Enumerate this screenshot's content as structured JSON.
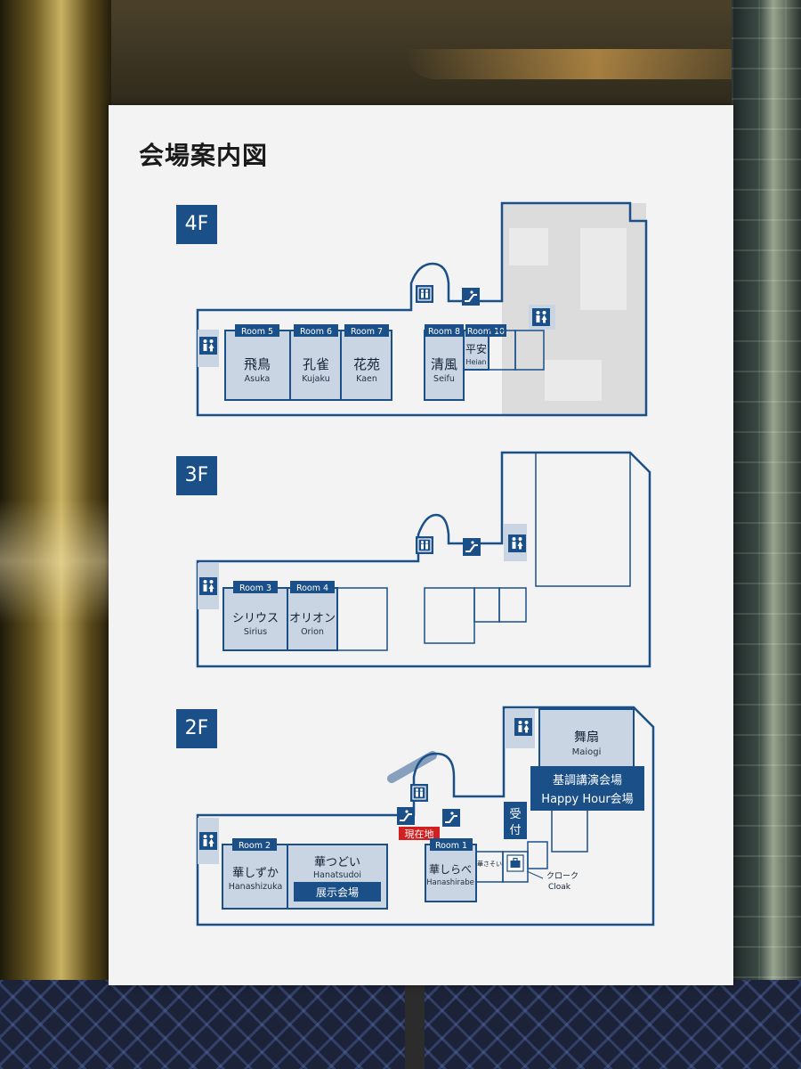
{
  "title": "会場案内図",
  "colors": {
    "navy": "#1b4f88",
    "room_fill": "#c9d5e3",
    "red": "#d21f1f",
    "line": "#1b4f88"
  },
  "floors": {
    "f4": {
      "label": "4F",
      "rooms": [
        {
          "id": "room5",
          "tag": "Room 5",
          "jp": "飛鳥",
          "en": "Asuka"
        },
        {
          "id": "room6",
          "tag": "Room 6",
          "jp": "孔雀",
          "en": "Kujaku"
        },
        {
          "id": "room7",
          "tag": "Room 7",
          "jp": "花苑",
          "en": "Kaen"
        },
        {
          "id": "room8",
          "tag": "Room 8",
          "jp": "清風",
          "en": "Seifu"
        },
        {
          "id": "room10",
          "tag": "Room 10",
          "jp": "平安",
          "en": "Heian"
        }
      ]
    },
    "f3": {
      "label": "3F",
      "rooms": [
        {
          "id": "room3",
          "tag": "Room 3",
          "jp": "シリウス",
          "en": "Sirius"
        },
        {
          "id": "room4",
          "tag": "Room 4",
          "jp": "オリオン",
          "en": "Orion"
        }
      ]
    },
    "f2": {
      "label": "2F",
      "rooms": [
        {
          "id": "room2",
          "tag": "Room 2",
          "jp": "華しずか",
          "en": "Hanashizuka"
        },
        {
          "id": "hanatsudoi",
          "tag": "",
          "jp": "華つどい",
          "en": "Hanatsudoi"
        },
        {
          "id": "room1",
          "tag": "Room 1",
          "jp": "華しらべ",
          "en": "Hanashirabe"
        },
        {
          "id": "maiogi",
          "tag": "",
          "jp": "舞扇",
          "en": "Maiogi"
        }
      ],
      "exhibition": "展示会場",
      "keynote_line1": "基調講演会場",
      "keynote_line2": "Happy Hour会場",
      "reception_1": "受",
      "reception_2": "付",
      "current_location": "現在地",
      "hanasasoi": "華さそい",
      "cloak_jp": "クローク",
      "cloak_en": "Cloak"
    }
  },
  "icons": {
    "restroom": "restroom-icon",
    "elevator": "elevator-icon",
    "escalator": "escalator-icon",
    "cloak": "cloak-briefcase-icon"
  }
}
